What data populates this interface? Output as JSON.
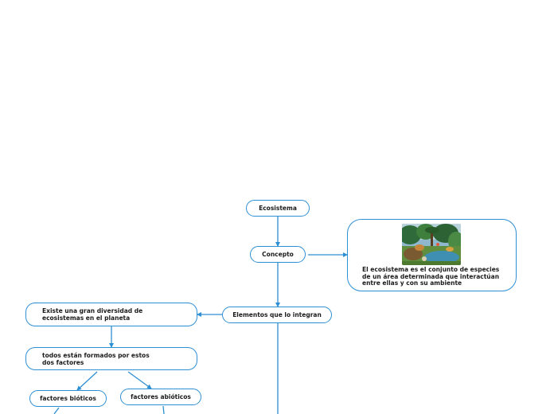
{
  "colors": {
    "line": "#2e8fd4",
    "node_border": "#2e8fd4",
    "text": "#1b1b1b",
    "background": "#ffffff"
  },
  "nodes": {
    "root": "Ecosistema",
    "concepto": "Concepto",
    "definicion": "El ecosistema es el conjunto de especies de un área determinada que interactúan entre ellas y con su ambiente",
    "elementos": "Elementos que lo integran",
    "diversidad": "Existe una gran diversidad de ecosistemas en el planeta",
    "factores": "todos están formados por estos dos factores",
    "bioticos": "factores bióticos",
    "abioticos": "factores abióticos"
  },
  "image": {
    "depicts": "ecosystem illustration with trees, animals and water"
  }
}
